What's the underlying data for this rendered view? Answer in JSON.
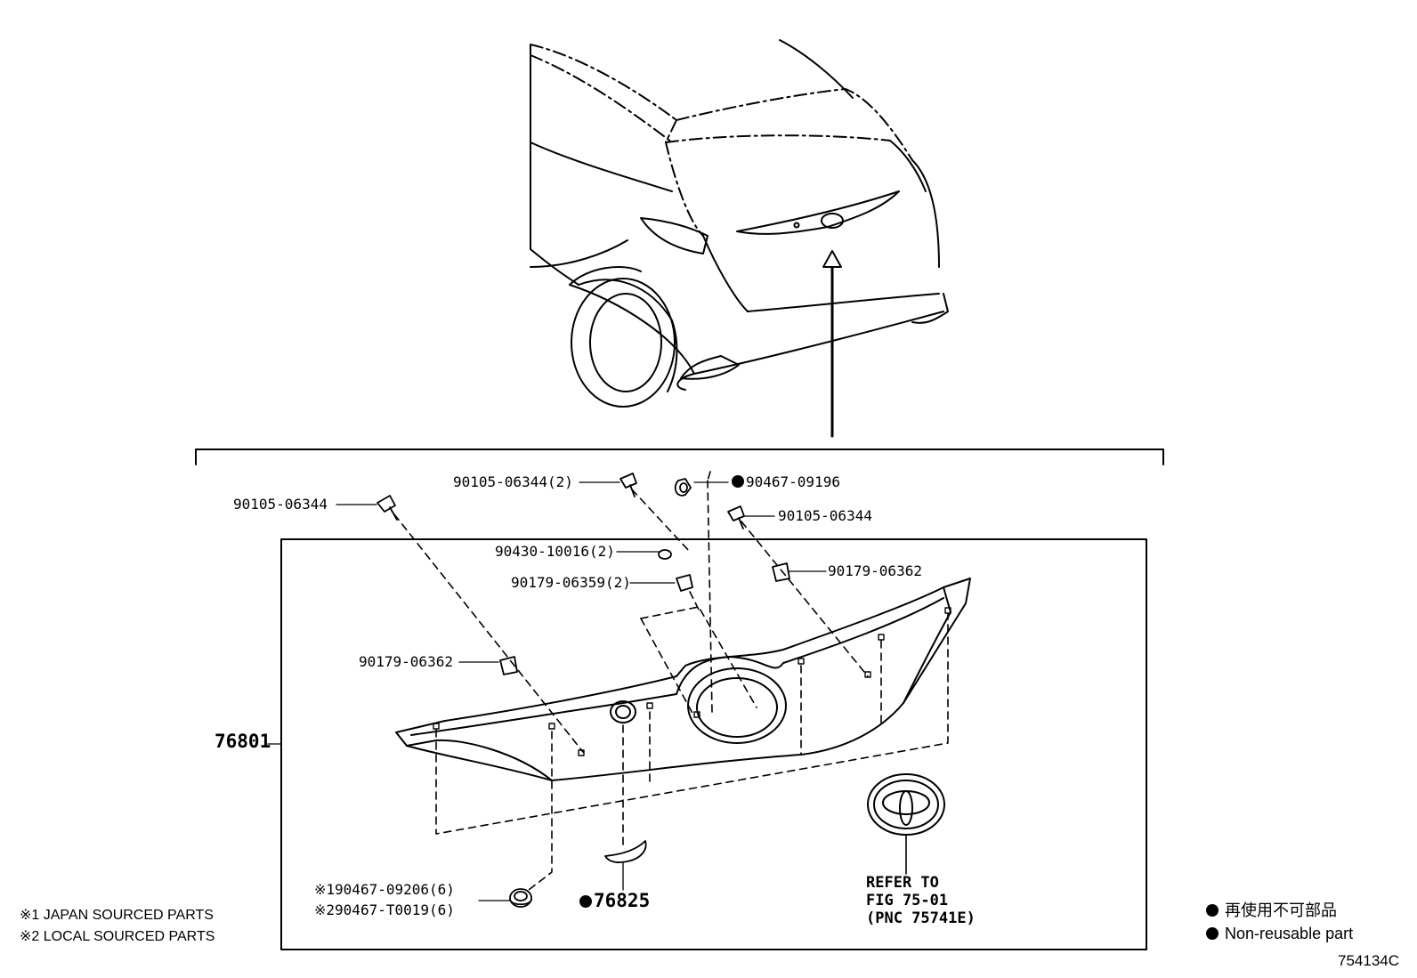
{
  "callouts": {
    "c1": "90105-06344",
    "c2": "90105-06344(2)",
    "c3": "90467-09196",
    "c4": "90105-06344",
    "c5": "90430-10016(2)",
    "c6": "90179-06359(2)",
    "c7": "90179-06362",
    "c8": "90179-06362",
    "c9": "76801",
    "c10": "※190467-09206(6)",
    "c11": "※290467-T0019(6)",
    "c12": "76825"
  },
  "reference": {
    "line1": "REFER TO",
    "line2": "FIG 75-01",
    "line3": "(PNC 75741E)"
  },
  "notes": {
    "n1": "※1 JAPAN SOURCED PARTS",
    "n2": "※2 LOCAL SOURCED PARTS"
  },
  "legend": {
    "jp": "再使用不可部品",
    "en": "Non-reusable part"
  },
  "figure_code": "754134C"
}
